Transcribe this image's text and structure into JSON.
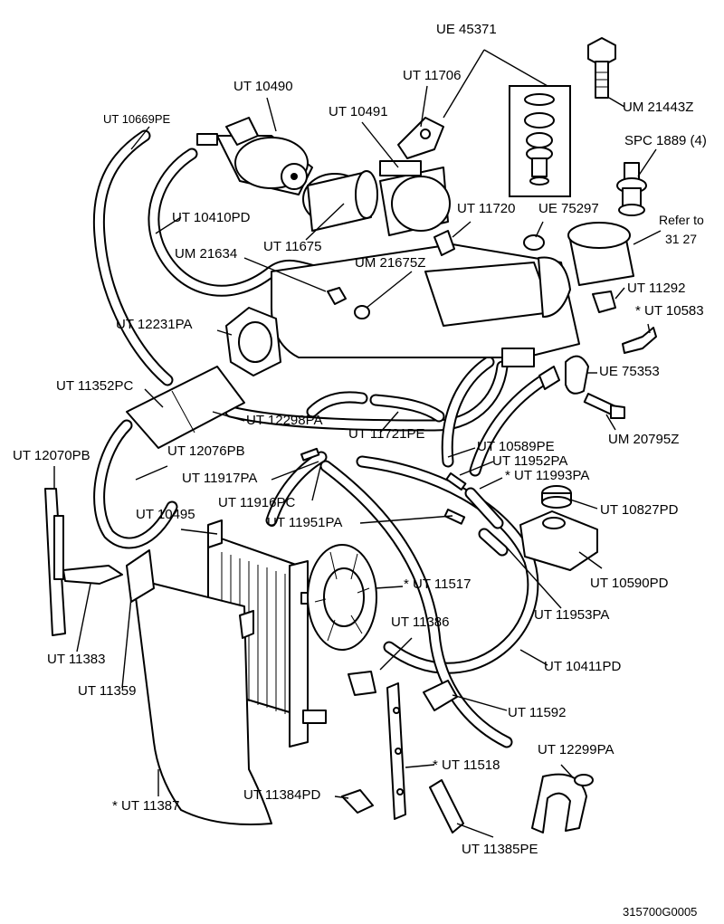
{
  "labels": {
    "ue_45371": "UE 45371",
    "ut_11706": "UT 11706",
    "um_21443z": "UM 21443Z",
    "spc_1889": "SPC 1889 (4)",
    "ut_10490": "UT 10490",
    "ut_10491": "UT 10491",
    "ut_10669pe": "UT 10669PE",
    "ut_10410pd": "UT 10410PD",
    "ut_11720": "UT 11720",
    "ue_75297": "UE 75297",
    "refer_to_1": "Refer to",
    "refer_to_2": "31 27",
    "ut_11675": "UT 11675",
    "um_21634": "UM 21634",
    "um_21675z": "UM 21675Z",
    "ut_11292": "UT 11292",
    "ut_10583": "* UT 10583",
    "ut_12231pa": "UT 12231PA",
    "ue_75353": "UE 75353",
    "ut_11352pc": "UT 11352PC",
    "ut_12298pa": "UT 12298PA",
    "ut_11721pe": "UT 11721PE",
    "um_20795z": "UM 20795Z",
    "ut_12070pb": "UT 12070PB",
    "ut_12076pb": "UT 12076PB",
    "ut_10589pe": "UT 10589PE",
    "ut_11952pa": "UT 11952PA",
    "ut_11917pa": "UT 11917PA",
    "ut_11993pa": "* UT 11993PA",
    "ut_11916pc": "UT 11916PC",
    "ut_10827pd": "UT 10827PD",
    "ut_10495": "UT 10495",
    "ut_11951pa": "UT 11951PA",
    "ut_11517": "* UT 11517",
    "ut_10590pd": "UT 10590PD",
    "ut_11953pa": "UT 11953PA",
    "ut_11383": "UT 11383",
    "ut_11386": "UT 11386",
    "ut_10411pd": "UT 10411PD",
    "ut_11359": "UT 11359",
    "ut_11592": "UT 11592",
    "ut_12299pa": "UT 12299PA",
    "ut_11518": "* UT 11518",
    "ut_11387": "* UT 11387",
    "ut_11384pd": "UT 11384PD",
    "ut_11385pe": "UT 11385PE"
  },
  "drawing_number": "315700G0005"
}
